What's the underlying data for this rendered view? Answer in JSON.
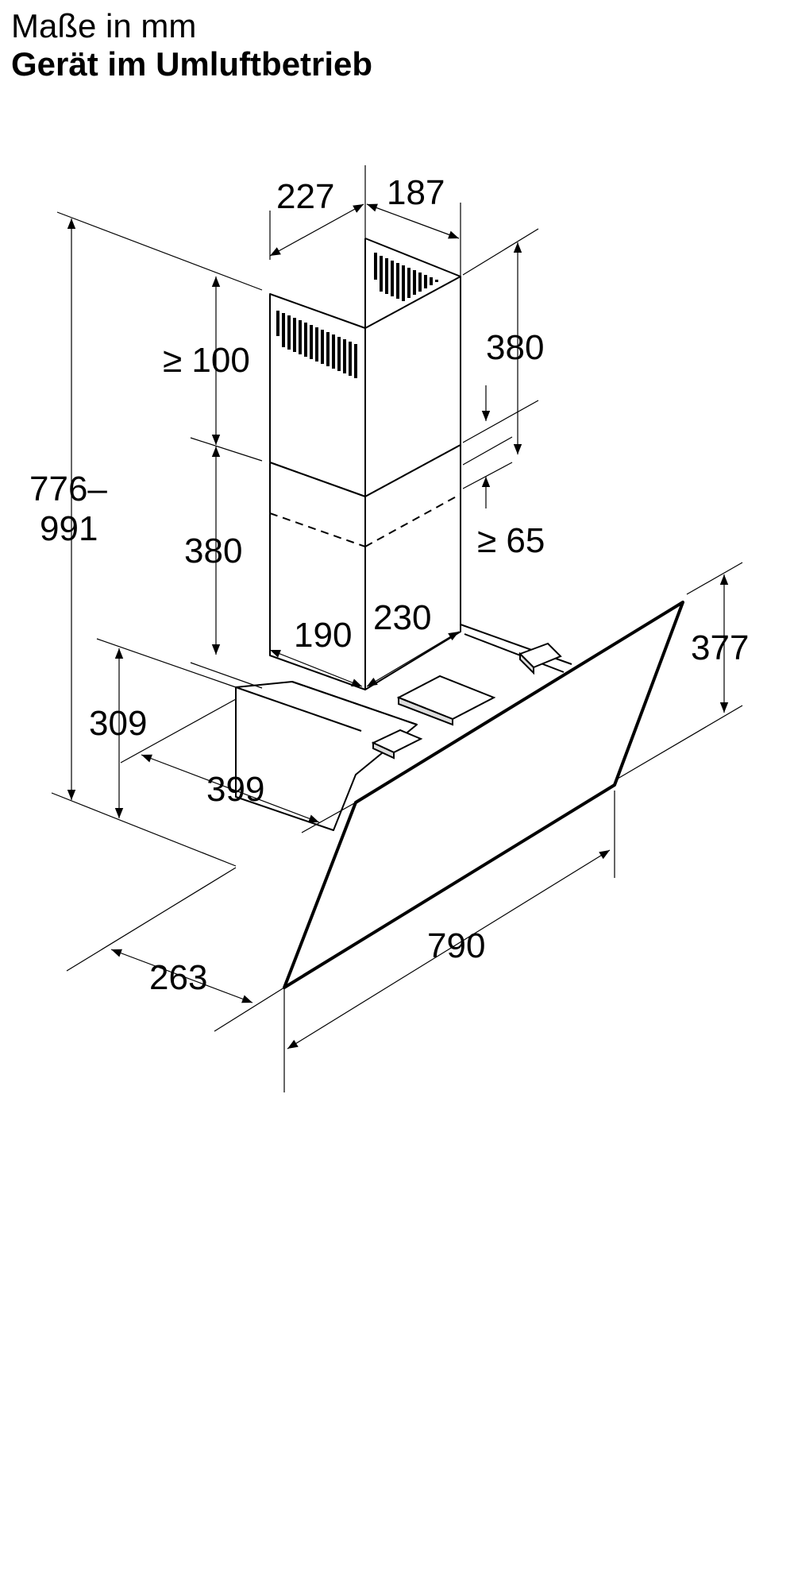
{
  "header": {
    "units": "Maße in mm",
    "mode": "Gerät im Umluftbetrieb"
  },
  "dimensions": {
    "chimney_depth": "227",
    "chimney_width": "187",
    "clearance_top": "≥ 100",
    "upper_duct_height": "380",
    "overlap_min": "≥ 65",
    "lower_duct_height": "380",
    "duct_base_depth": "190",
    "duct_base_width": "230",
    "total_height_min": "776–",
    "total_height_max": "991",
    "glass_height": "377",
    "body_height": "309",
    "mount_offset": "399",
    "hood_depth": "263",
    "hood_width": "790"
  }
}
